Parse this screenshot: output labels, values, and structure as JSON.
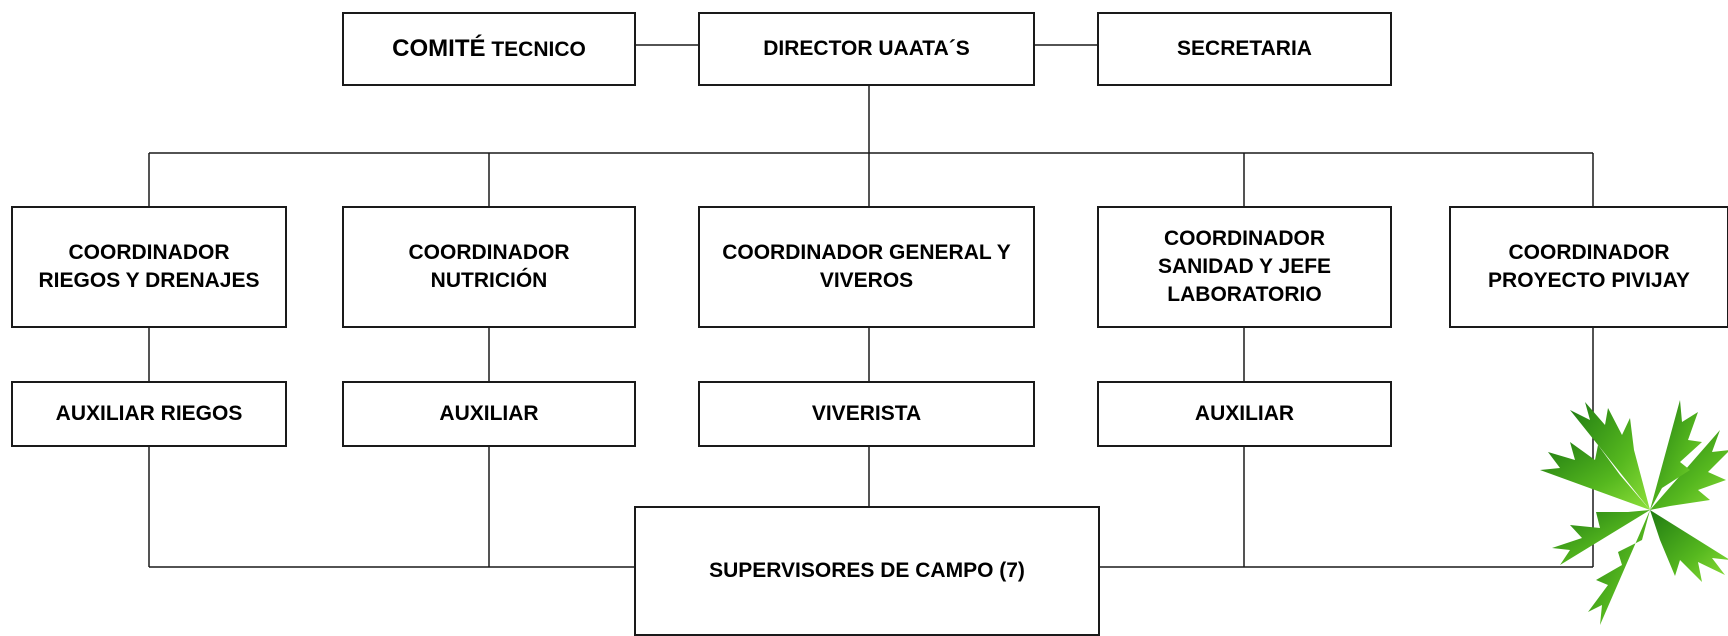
{
  "colors": {
    "border": "#1a1a1a",
    "text": "#000000",
    "palm_dark": "#1f7a12",
    "palm_light": "#7fd62a"
  },
  "top": {
    "comite_a": "COMITÉ",
    "comite_b": " TECNICO",
    "director": "DIRECTOR  UAATA´S",
    "secretaria": "SECRETARIA"
  },
  "coordinators": [
    "COORDINADOR\nRIEGOS Y DRENAJES",
    "COORDINADOR\nNUTRICIÓN",
    "COORDINADOR GENERAL Y\nVIVEROS",
    "COORDINADOR\nSANIDAD Y JEFE\nLABORATORIO",
    "COORDINADOR\nPROYECTO  PIVIJAY"
  ],
  "assistants": [
    "AUXILIAR  RIEGOS",
    "AUXILIAR",
    "VIVERISTA",
    "AUXILIAR"
  ],
  "supervisors": "SUPERVISORES DE CAMPO (7)",
  "decoration": {
    "icon": "palm-tree-icon"
  }
}
